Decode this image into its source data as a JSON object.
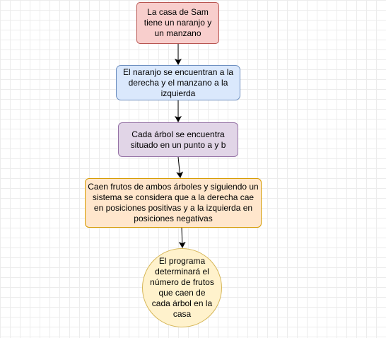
{
  "diagram": {
    "type": "flowchart",
    "nodes": [
      {
        "id": "n1",
        "shape": "rounded-rect",
        "fill": "#f8cecc",
        "stroke": "#b85450",
        "text": "La casa de Sam tiene un naranjo y un manzano"
      },
      {
        "id": "n2",
        "shape": "rounded-rect",
        "fill": "#dae8fc",
        "stroke": "#6c8ebf",
        "text": "El naranjo se encuentran a la derecha y el manzano a la izquierda"
      },
      {
        "id": "n3",
        "shape": "rounded-rect",
        "fill": "#e1d5e7",
        "stroke": "#9673a6",
        "text": "Cada árbol se encuentra situado en un punto a y b"
      },
      {
        "id": "n4",
        "shape": "rounded-rect",
        "fill": "#ffe6cc",
        "stroke": "#d79b00",
        "text": "Caen frutos de ambos árboles y siguiendo un sistema se considera que a la derecha cae en posiciones positivas y a la izquierda en posiciones negativas"
      },
      {
        "id": "n5",
        "shape": "circle",
        "fill": "#fff2cc",
        "stroke": "#d6b656",
        "text": "El programa determinará el número de frutos que caen de cada árbol en la casa"
      }
    ],
    "edges": [
      {
        "from": "n1",
        "to": "n2",
        "color": "#000000"
      },
      {
        "from": "n2",
        "to": "n3",
        "color": "#000000"
      },
      {
        "from": "n3",
        "to": "n4",
        "color": "#000000"
      },
      {
        "from": "n4",
        "to": "n5",
        "color": "#000000"
      }
    ]
  }
}
